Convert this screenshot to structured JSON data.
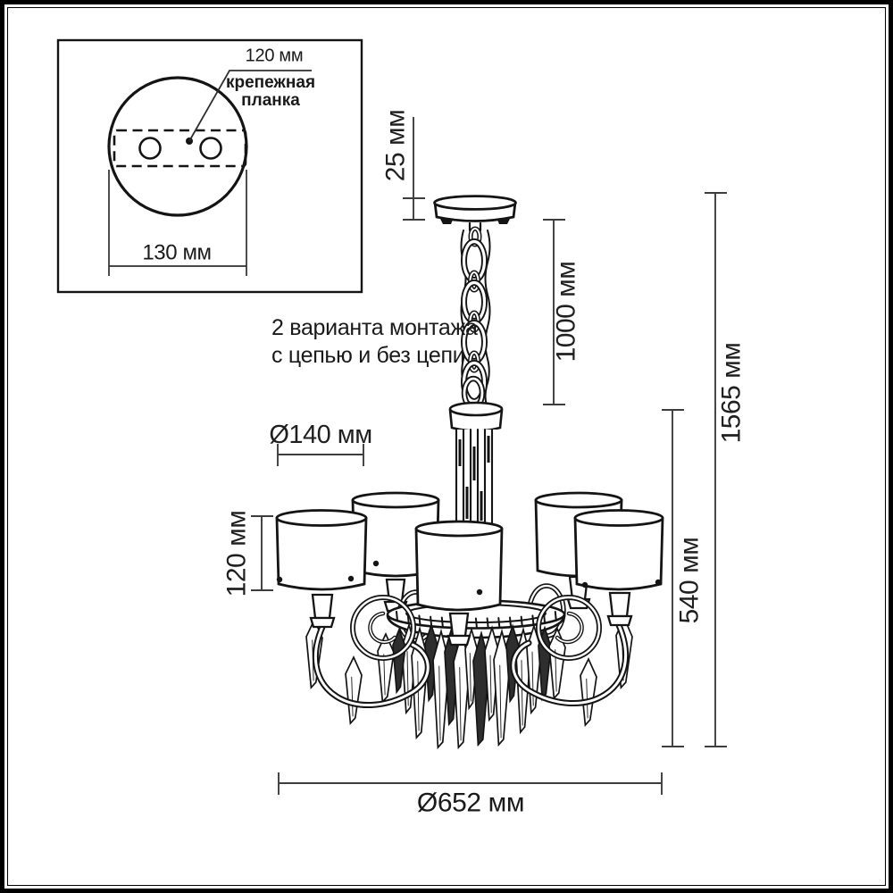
{
  "inset": {
    "hole_spacing_label": "120 мм",
    "plate_label_line1": "крепежная",
    "plate_label_line2": "планка",
    "canopy_diameter_label": "130 мм"
  },
  "note": {
    "line1": "2 варианта монтажа",
    "line2": "с цепью и без цепи"
  },
  "dimensions": {
    "canopy_height": "25 мм",
    "chain_length": "1000 мм",
    "total_height": "1565 мм",
    "body_height": "540 мм",
    "shade_diameter": "Ø140 мм",
    "shade_height": "120 мм",
    "fixture_diameter": "Ø652 мм"
  },
  "colors": {
    "line": "#141414",
    "dimension_line": "#3d3d3d",
    "background": "#ffffff"
  }
}
